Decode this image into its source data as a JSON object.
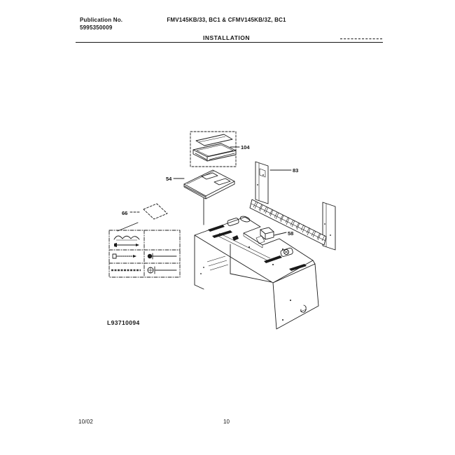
{
  "colors": {
    "paper": "#ffffff",
    "ink": "#1a1a1a"
  },
  "header": {
    "publication_label": "Publication No.",
    "publication_number": "5995350009",
    "model_line": "FMV145KB/33, BC1 & CFMV145KB/3Z, BC1",
    "section_title": "INSTALLATION"
  },
  "diagram": {
    "code": "L93710094",
    "part_labels": {
      "p104": "104",
      "p54": "54",
      "p66": "66",
      "p83": "83",
      "p58": "58"
    },
    "hardware_kit_cells": [
      "spring-toggle-and-screw-icon",
      "empty-cell",
      "machine-screw-icon",
      "round-head-screw-icon",
      "fine-print-text",
      "bolt-with-washer-icon"
    ]
  },
  "footer": {
    "date": "10/02",
    "page_number": "10"
  }
}
